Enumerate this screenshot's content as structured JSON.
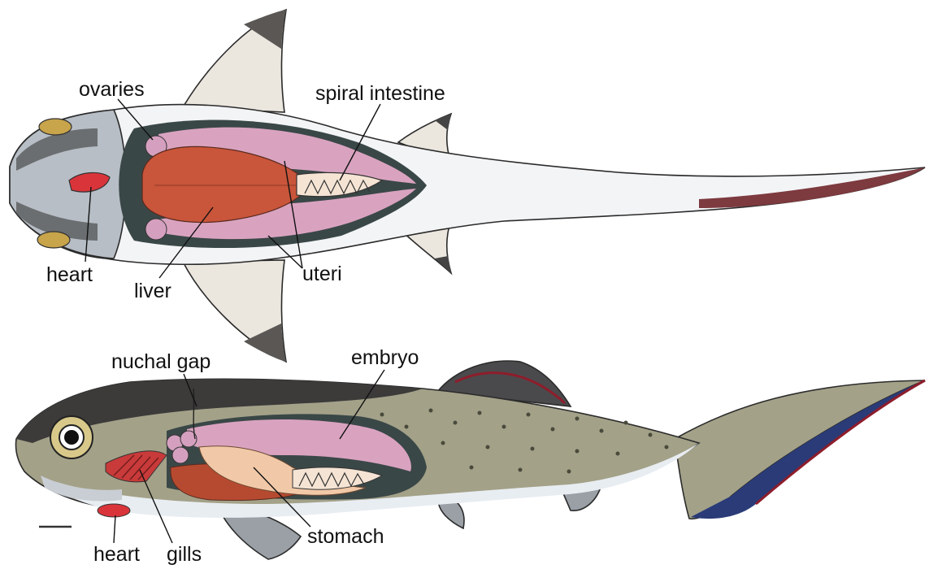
{
  "labels": {
    "top": {
      "ovaries": "ovaries",
      "spiral_intestine": "spiral intestine",
      "heart": "heart",
      "liver": "liver",
      "uteri": "uteri"
    },
    "bottom": {
      "nuchal_gap": "nuchal gap",
      "embryo": "embryo",
      "heart": "heart",
      "gills": "gills",
      "stomach": "stomach"
    }
  },
  "colors": {
    "liver": "#c9553a",
    "uterus": "#d9a3c0",
    "stomach": "#f2c9a8",
    "heart": "#d9343a",
    "belly": "#e8edf2",
    "body_top": "#a3a188",
    "dorsal": "#3c3b3a",
    "fin_edge": "#8e1d2b"
  }
}
